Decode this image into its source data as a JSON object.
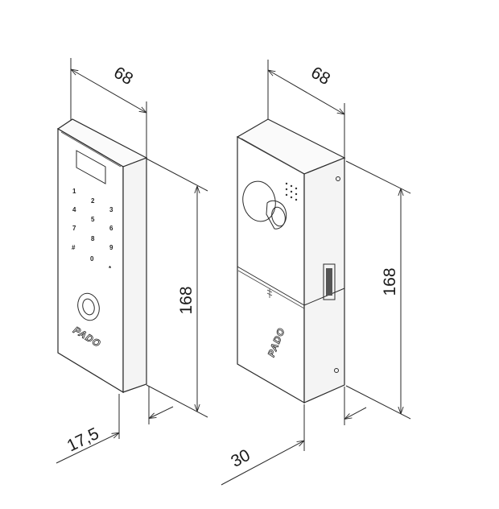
{
  "left_device": {
    "brand": "PADO",
    "keypad": [
      "1",
      "2",
      "3",
      "4",
      "5",
      "6",
      "7",
      "8",
      "9",
      "#",
      "0",
      "*"
    ],
    "dimensions": {
      "width": "68",
      "height": "168",
      "depth": "17,5"
    }
  },
  "right_device": {
    "brand": "PADO",
    "dimensions": {
      "width": "68",
      "height": "168",
      "depth": "30"
    }
  }
}
